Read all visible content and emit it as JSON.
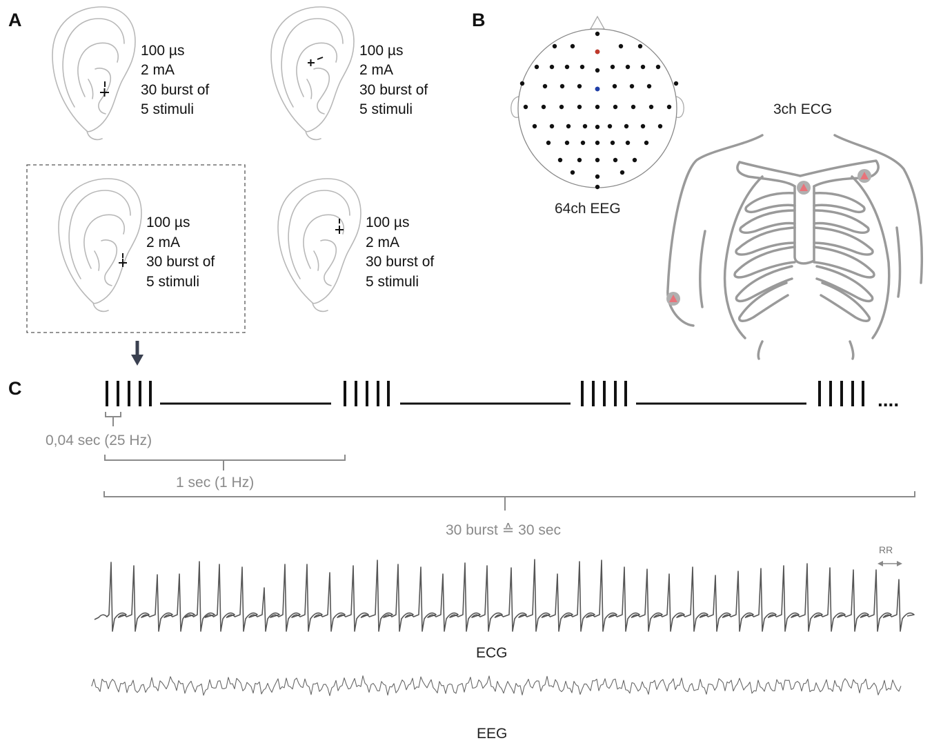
{
  "panels": {
    "a": "A",
    "b": "B",
    "c": "C"
  },
  "ears": [
    {
      "lines": [
        "100 µs",
        "2 mA",
        "30 burst of",
        "5 stimuli"
      ]
    },
    {
      "lines": [
        "100 µs",
        "2 mA",
        "30 burst of",
        "5 stimuli"
      ]
    },
    {
      "lines": [
        "100 µs",
        "2 mA",
        "30 burst of",
        "5 stimuli"
      ]
    },
    {
      "lines": [
        "100 µs",
        "2 mA",
        "30 burst of",
        "5 stimuli"
      ]
    }
  ],
  "eeg_cap": {
    "label": "64ch EEG",
    "highlight_colors": {
      "red": "#c0392b",
      "blue": "#1f3fa8"
    }
  },
  "ecg_setup": {
    "label": "3ch ECG",
    "electrode_color": "#e8737a"
  },
  "timing": {
    "pulse_interval": "0,04 sec (25 Hz)",
    "burst_interval": "1 sec (1 Hz)",
    "total": "30 burst ≙ 30 sec",
    "ellipsis": "...."
  },
  "signals": {
    "ecg_label": "ECG",
    "eeg_label": "EEG",
    "rr_label": "RR"
  },
  "colors": {
    "arrow": "#3a4050",
    "ear_stroke": "#b8b8b8",
    "body_stroke": "#9a9a9a",
    "trace": "#555555"
  }
}
